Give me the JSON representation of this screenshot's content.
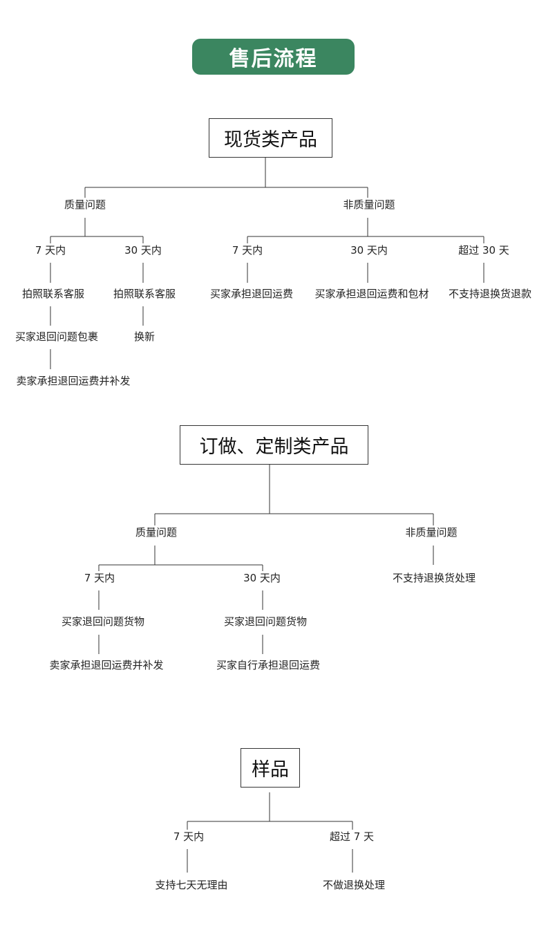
{
  "title": "售后流程",
  "sections": [
    {
      "name": "现货类产品",
      "branches": [
        {
          "label": "质量问题",
          "children": [
            {
              "label": "7 天内",
              "steps": [
                "拍照联系客服",
                "买家退回问题包裹",
                "卖家承担退回运费并补发"
              ]
            },
            {
              "label": "30 天内",
              "steps": [
                "拍照联系客服",
                "换新"
              ]
            }
          ]
        },
        {
          "label": "非质量问题",
          "children": [
            {
              "label": "7 天内",
              "steps": [
                "买家承担退回运费"
              ]
            },
            {
              "label": "30 天内",
              "steps": [
                "买家承担退回运费和包材"
              ]
            },
            {
              "label": "超过 30 天",
              "steps": [
                "不支持退换货退款"
              ]
            }
          ]
        }
      ]
    },
    {
      "name": "订做、定制类产品",
      "branches": [
        {
          "label": "质量问题",
          "children": [
            {
              "label": "7 天内",
              "steps": [
                "买家退回问题货物",
                "卖家承担退回运费并补发"
              ]
            },
            {
              "label": "30 天内",
              "steps": [
                "买家退回问题货物",
                "买家自行承担退回运费"
              ]
            }
          ]
        },
        {
          "label": "非质量问题",
          "steps": [
            "不支持退换货处理"
          ]
        }
      ]
    },
    {
      "name": "样品",
      "branches": [
        {
          "label": "7 天内",
          "steps": [
            "支持七天无理由"
          ]
        },
        {
          "label": "超过 7 天",
          "steps": [
            "不做退换处理"
          ]
        }
      ]
    }
  ]
}
